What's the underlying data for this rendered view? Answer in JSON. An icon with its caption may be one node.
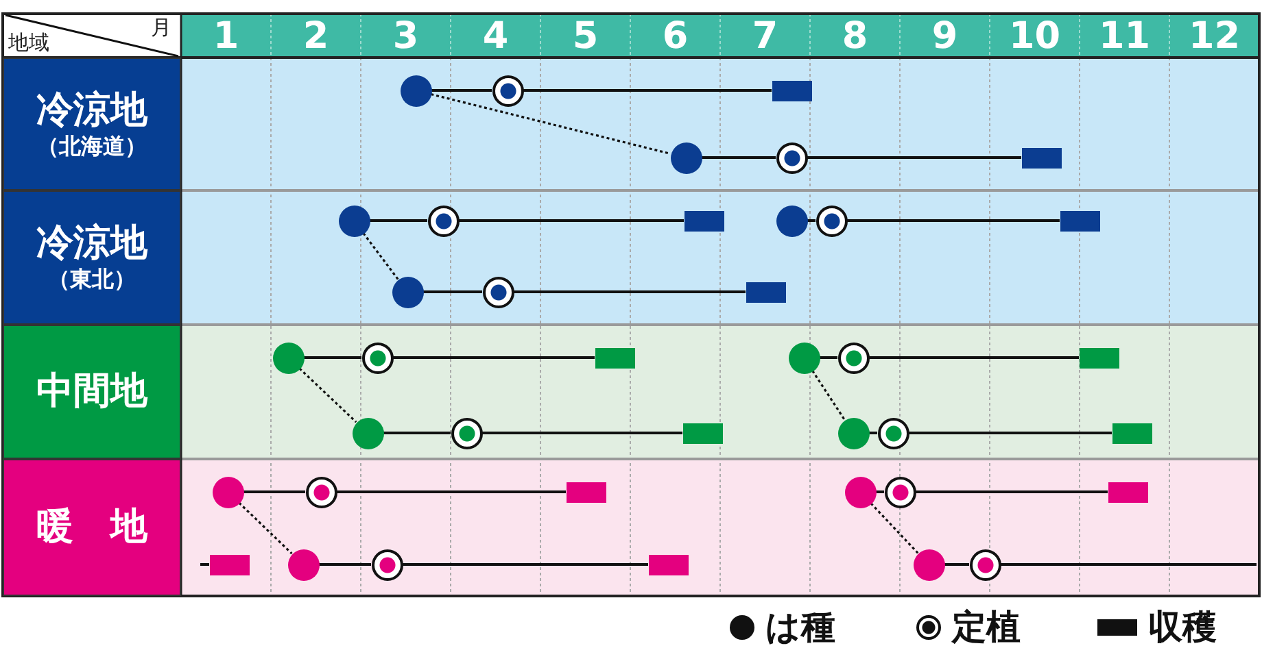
{
  "diagram": {
    "nodes": [
      {
        "text": [
          "冷涼地",
          "（北海道）"
        ]
      },
      {
        "text": [],
        "shape": "dot"
      },
      {
        "text": [],
        "shape": "circle"
      },
      {
        "text": [],
        "shape": "bar"
      },
      {
        "text": [],
        "shape": "dot"
      },
      {
        "text": [],
        "shape": "circle"
      },
      {
        "text": [],
        "shape": "bar"
      },
      {
        "text": [
          "冷涼地",
          "（東北）"
        ]
      },
      {
        "text": [],
        "shape": "dot"
      },
      {
        "text": [],
        "shape": "circle"
      },
      {
        "text": [],
        "shape": "bar"
      },
      {
        "text": [],
        "shape": "dot"
      },
      {
        "text": [],
        "shape": "circle"
      },
      {
        "text": [],
        "shape": "bar"
      },
      {
        "text": [],
        "shape": "dot"
      },
      {
        "text": [],
        "shape": "circle"
      },
      {
        "text": [],
        "shape": "bar"
      },
      {
        "text": [
          "中間地"
        ]
      },
      {
        "text": [],
        "shape": "dot"
      },
      {
        "text": [],
        "shape": "circle"
      },
      {
        "text": [],
        "shape": "bar"
      },
      {
        "text": [],
        "shape": "dot"
      },
      {
        "text": [],
        "shape": "circle"
      },
      {
        "text": [],
        "shape": "bar"
      },
      {
        "text": [],
        "shape": "dot"
      },
      {
        "text": [],
        "shape": "circle"
      },
      {
        "text": [],
        "shape": "bar"
      },
      {
        "text": [],
        "shape": "dot"
      },
      {
        "text": [],
        "shape": "circle"
      },
      {
        "text": [],
        "shape": "bar"
      },
      {
        "text": [
          "暖　地"
        ]
      },
      {
        "text": [],
        "shape": "dot"
      },
      {
        "text": [],
        "shape": "circle"
      },
      {
        "text": [],
        "shape": "bar"
      },
      {
        "text": [],
        "shape": "dot"
      },
      {
        "text": [],
        "shape": "circle"
      },
      {
        "text": [],
        "shape": "bar"
      },
      {
        "text": [],
        "shape": "bar"
      },
      {
        "text": [],
        "shape": "dot"
      },
      {
        "text": [],
        "shape": "circle"
      },
      {
        "text": [],
        "shape": "bar"
      },
      {
        "text": [],
        "shape": "dot"
      },
      {
        "text": [],
        "shape": "circle"
      }
    ],
    "edges": [
      {
        "from": 1,
        "to": 2,
        "arrow": "none"
      },
      {
        "from": 2,
        "to": 3,
        "arrow": "none"
      },
      {
        "from": 1,
        "to": 4,
        "arrow": "none",
        "style": "dashed"
      },
      {
        "from": 4,
        "to": 5,
        "arrow": "none"
      },
      {
        "from": 5,
        "to": 6,
        "arrow": "none"
      },
      {
        "from": 8,
        "to": 9,
        "arrow": "none"
      },
      {
        "from": 9,
        "to": 10,
        "arrow": "none"
      },
      {
        "from": 11,
        "to": 12,
        "arrow": "none"
      },
      {
        "from": 12,
        "to": 13,
        "arrow": "none"
      },
      {
        "from": 8,
        "to": 14,
        "arrow": "none",
        "style": "dashed"
      },
      {
        "from": 14,
        "to": 15,
        "arrow": "none"
      },
      {
        "from": 15,
        "to": 16,
        "arrow": "none"
      },
      {
        "from": 18,
        "to": 19,
        "arrow": "none"
      },
      {
        "from": 19,
        "to": 20,
        "arrow": "none"
      },
      {
        "from": 21,
        "to": 22,
        "arrow": "none"
      },
      {
        "from": 22,
        "to": 23,
        "arrow": "none"
      },
      {
        "from": 18,
        "to": 24,
        "arrow": "none",
        "style": "dashed"
      },
      {
        "from": 21,
        "to": 27,
        "arrow": "none",
        "style": "dashed"
      },
      {
        "from": 24,
        "to": 25,
        "arrow": "none"
      },
      {
        "from": 25,
        "to": 26,
        "arrow": "none"
      },
      {
        "from": 27,
        "to": 28,
        "arrow": "none"
      },
      {
        "from": 28,
        "to": 29,
        "arrow": "none"
      },
      {
        "from": 31,
        "to": 32,
        "arrow": "none"
      },
      {
        "from": 32,
        "to": 33,
        "arrow": "none"
      },
      {
        "from": 34,
        "to": 35,
        "arrow": "none"
      },
      {
        "from": 35,
        "to": 36,
        "arrow": "none"
      },
      {
        "from": 31,
        "to": 38,
        "arrow": "none",
        "style": "dashed"
      },
      {
        "from": 34,
        "to": 41,
        "arrow": "none",
        "style": "dashed"
      },
      {
        "from": null,
        "to": 37,
        "arrow": "none"
      },
      {
        "from": 38,
        "to": 39,
        "arrow": "none"
      },
      {
        "from": 39,
        "to": 40,
        "arrow": "none"
      },
      {
        "from": 41,
        "to": 42,
        "arrow": "none"
      },
      {
        "from": 42,
        "to": null,
        "arrow": "none"
      }
    ],
    "labels": [
      "地域",
      "月",
      "1",
      "2",
      "3",
      "4",
      "5",
      "6",
      "7",
      "8",
      "9",
      "10",
      "11",
      "12"
    ],
    "legend": [
      {
        "text": "は種"
      },
      {
        "text": "定植"
      },
      {
        "text": "収穫"
      }
    ]
  }
}
